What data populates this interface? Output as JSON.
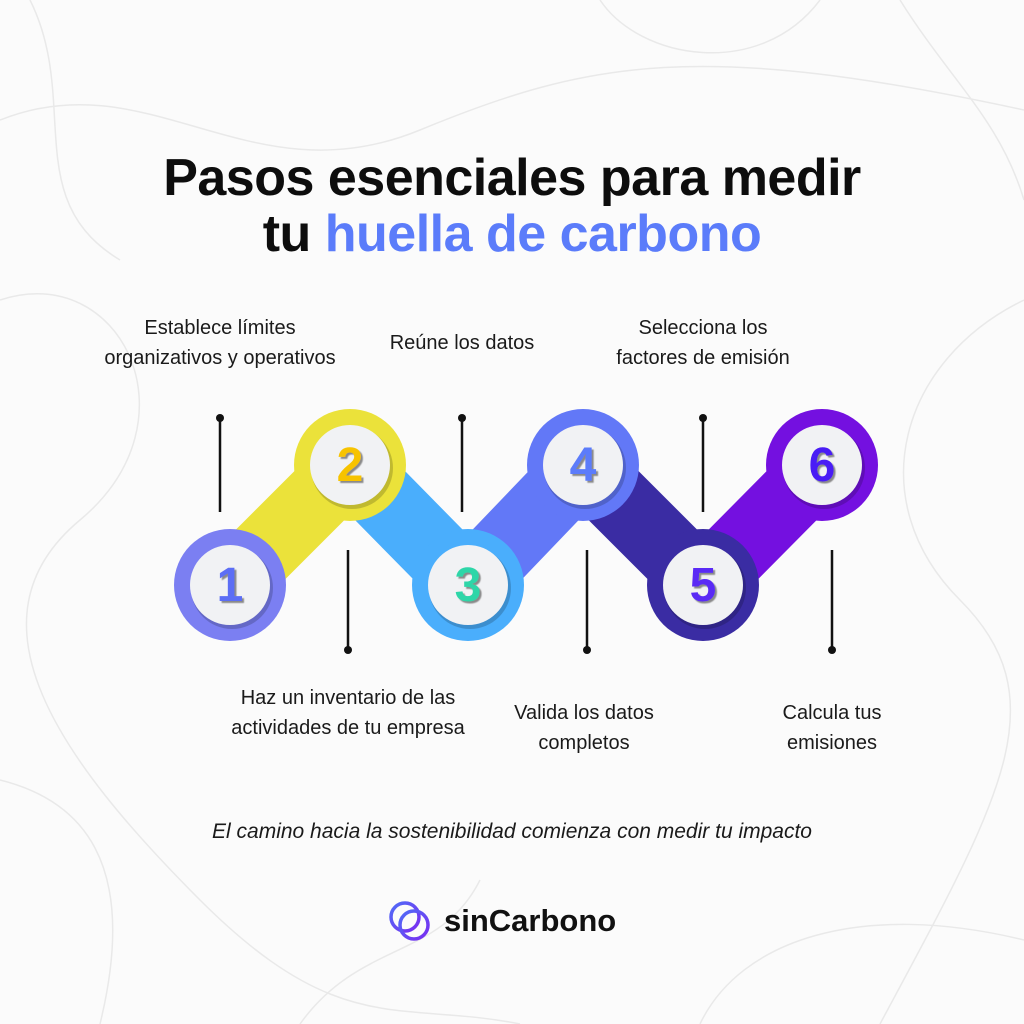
{
  "title": {
    "line1": "Pasos esenciales para medir",
    "line2_prefix": "tu ",
    "line2_highlight": "huella de carbono"
  },
  "steps": [
    {
      "number": "1",
      "label": "Establece límites organizativos y operativos",
      "ring_color": "#7b7ff2",
      "number_color": "#5b6ef5"
    },
    {
      "number": "2",
      "label": "Haz un inventario de las actividades de tu empresa",
      "ring_color": "#ebe23a",
      "number_color": "#f7c300"
    },
    {
      "number": "3",
      "label": "Reúne los datos",
      "ring_color": "#4aaefc",
      "number_color": "#2ed6a8"
    },
    {
      "number": "4",
      "label": "Valida los datos completos",
      "ring_color": "#6278f7",
      "number_color": "#5b7cfa"
    },
    {
      "number": "5",
      "label": "Selecciona los factores de emisión",
      "ring_color": "#3a2ca3",
      "number_color": "#5a2cf5"
    },
    {
      "number": "6",
      "label": "Calcula tus emisiones",
      "ring_color": "#7410e0",
      "number_color": "#4a1cf5"
    }
  ],
  "tagline": "El camino hacia la sostenibilidad comienza con medir tu impacto",
  "brand": {
    "name": "sinCarbono",
    "color": "#5a3cf0"
  }
}
